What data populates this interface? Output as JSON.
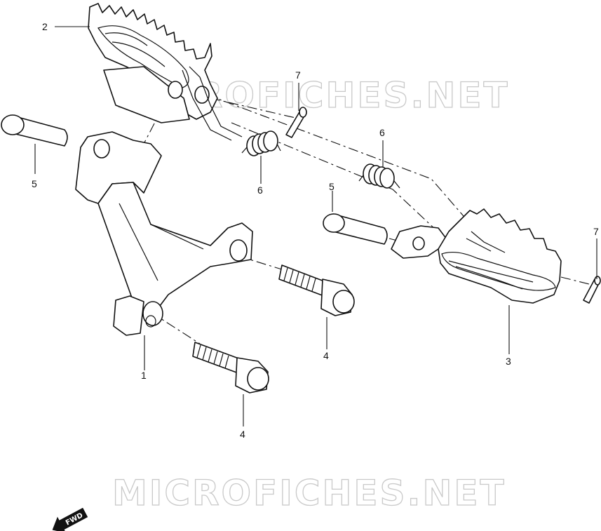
{
  "diagram": {
    "watermarks": [
      "MICROFICHES.NET",
      "MICROFICHES.NET"
    ],
    "callouts": {
      "c1": "1",
      "c2": "2",
      "c3": "3",
      "c4a": "4",
      "c4b": "4",
      "c5a": "5",
      "c5b": "5",
      "c6a": "6",
      "c6b": "6",
      "c7a": "7",
      "c7b": "7"
    },
    "fwd_label": "FWD"
  }
}
